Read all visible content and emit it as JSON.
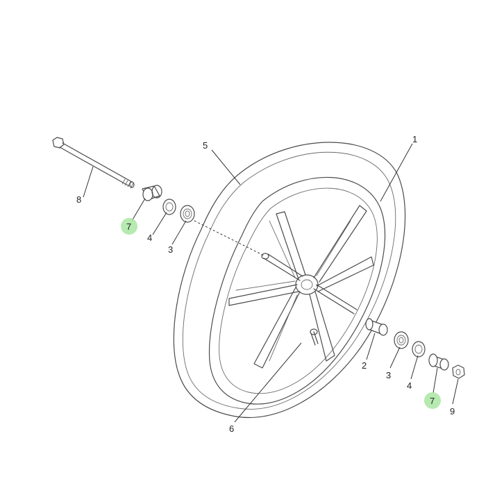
{
  "diagram": {
    "callouts": {
      "c1": "1",
      "c2": "2",
      "c3a": "3",
      "c3b": "3",
      "c4a": "4",
      "c4b": "4",
      "c5": "5",
      "c6": "6",
      "c7a": "7",
      "c7b": "7",
      "c8": "8",
      "c9": "9"
    },
    "highlight_color": "#a9e6a2"
  }
}
